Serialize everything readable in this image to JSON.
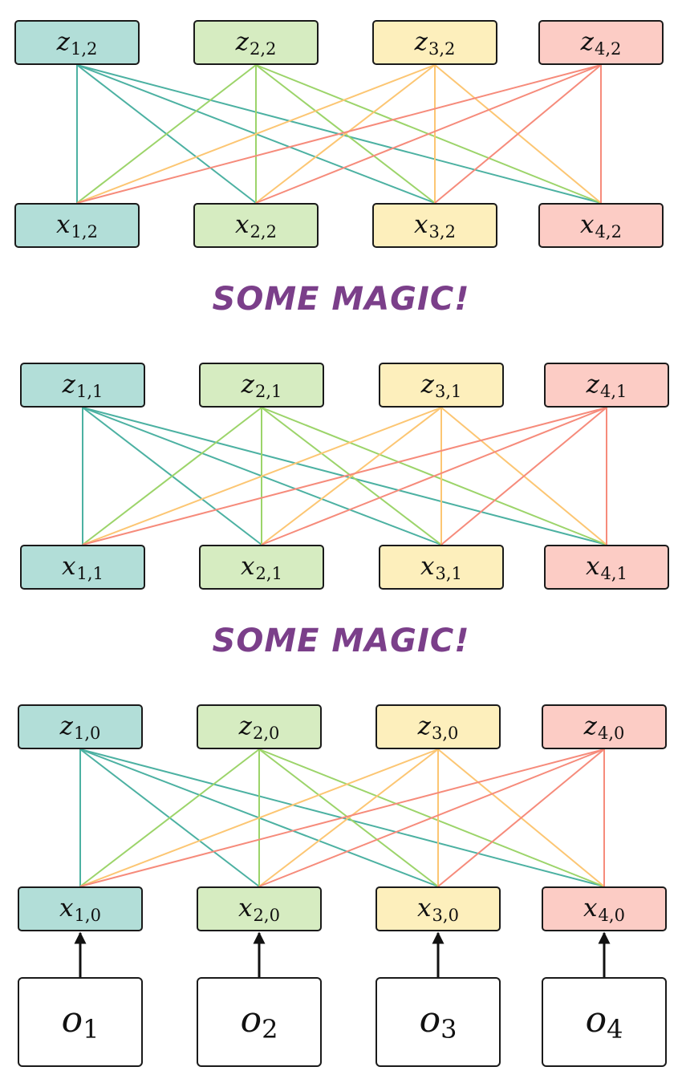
{
  "colors": [
    "#b2ded8",
    "#d6ecc1",
    "#fdefbc",
    "#fcccc5"
  ],
  "line_colors": [
    "#4cb1a2",
    "#9cd46a",
    "#fcc673",
    "#f68b7b"
  ],
  "captions": [
    "SOME MAGIC!",
    "SOME MAGIC!"
  ],
  "layers": [
    {
      "z": [
        {
          "v": "z",
          "s": "1,2"
        },
        {
          "v": "z",
          "s": "2,2"
        },
        {
          "v": "z",
          "s": "3,2"
        },
        {
          "v": "z",
          "s": "4,2"
        }
      ],
      "x": [
        {
          "v": "x",
          "s": "1,2"
        },
        {
          "v": "x",
          "s": "2,2"
        },
        {
          "v": "x",
          "s": "3,2"
        },
        {
          "v": "x",
          "s": "4,2"
        }
      ]
    },
    {
      "z": [
        {
          "v": "z",
          "s": "1,1"
        },
        {
          "v": "z",
          "s": "2,1"
        },
        {
          "v": "z",
          "s": "3,1"
        },
        {
          "v": "z",
          "s": "4,1"
        }
      ],
      "x": [
        {
          "v": "x",
          "s": "1,1"
        },
        {
          "v": "x",
          "s": "2,1"
        },
        {
          "v": "x",
          "s": "3,1"
        },
        {
          "v": "x",
          "s": "4,1"
        }
      ]
    },
    {
      "z": [
        {
          "v": "z",
          "s": "1,0"
        },
        {
          "v": "z",
          "s": "2,0"
        },
        {
          "v": "z",
          "s": "3,0"
        },
        {
          "v": "z",
          "s": "4,0"
        }
      ],
      "x": [
        {
          "v": "x",
          "s": "1,0"
        },
        {
          "v": "x",
          "s": "2,0"
        },
        {
          "v": "x",
          "s": "3,0"
        },
        {
          "v": "x",
          "s": "4,0"
        }
      ]
    }
  ],
  "observations": [
    {
      "v": "o",
      "s": "1"
    },
    {
      "v": "o",
      "s": "2"
    },
    {
      "v": "o",
      "s": "3"
    },
    {
      "v": "o",
      "s": "4"
    }
  ]
}
